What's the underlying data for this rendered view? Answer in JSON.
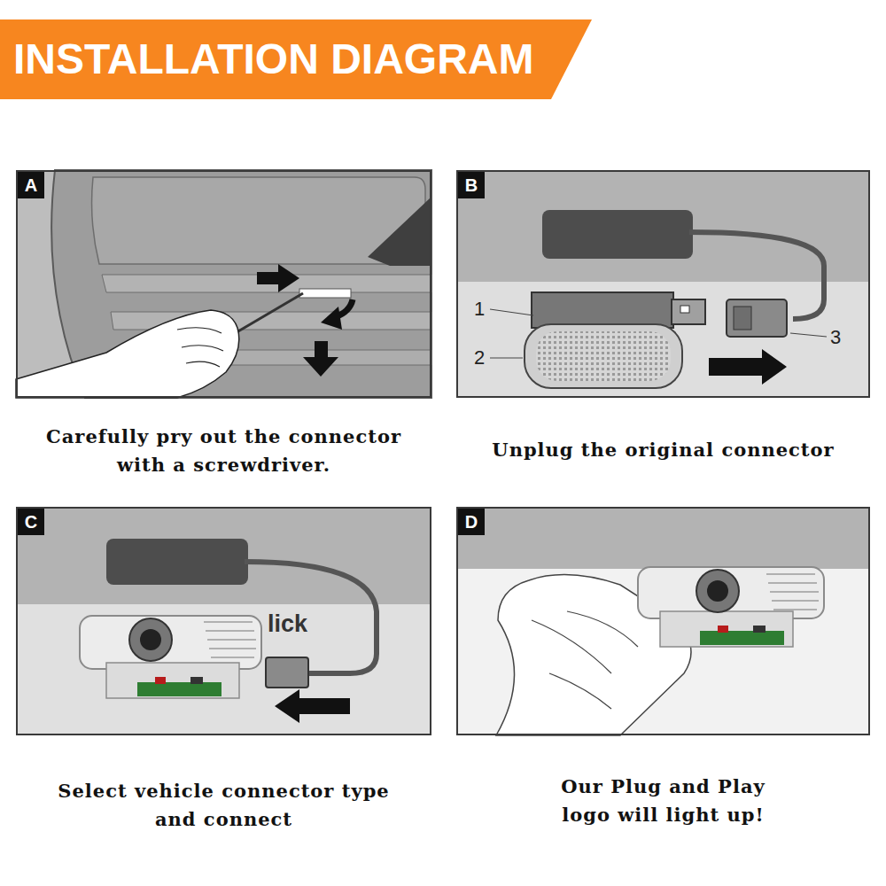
{
  "diagram": {
    "title": "INSTALLATION DIAGRAM",
    "nodes": [
      {
        "text": [
          "A",
          "Carefully pry out the connector with a screwdriver."
        ]
      },
      {
        "text": [
          "B",
          "Unplug the original connector"
        ]
      },
      {
        "text": [
          "C",
          "Select vehicle connector type and connect"
        ]
      },
      {
        "text": [
          "D",
          "Our Plug and Play logo will light up!"
        ]
      }
    ],
    "labels": [
      "1",
      "2",
      "3",
      "lick"
    ]
  }
}
